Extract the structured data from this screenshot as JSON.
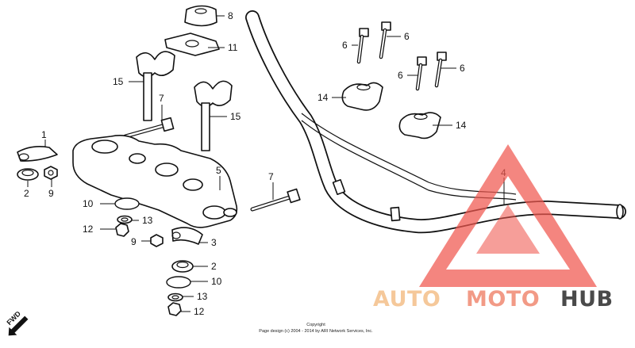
{
  "callouts": {
    "c1": "1",
    "c2a": "2",
    "c2b": "2",
    "c3": "3",
    "c4": "4",
    "c5": "5",
    "c6a": "6",
    "c6b": "6",
    "c6c": "6",
    "c6d": "6",
    "c7a": "7",
    "c7b": "7",
    "c8": "8",
    "c9a": "9",
    "c9b": "9",
    "c10a": "10",
    "c10b": "10",
    "c11": "11",
    "c12a": "12",
    "c12b": "12",
    "c13a": "13",
    "c13b": "13",
    "c14a": "14",
    "c14b": "14",
    "c15a": "15",
    "c15b": "15"
  },
  "fwd_label": "FWD",
  "copyright": {
    "line1": "Copyright",
    "line2": "Page design (c) 2004 - 2014 by ARI Network Services, Inc."
  },
  "watermark": {
    "word1": "AUTO",
    "word2": "MOTO",
    "word3": "HUB",
    "colors": {
      "auto": "#f5c89a",
      "moto": "#f29a86",
      "hub": "#4a4a4a",
      "triangle": "#f0574f"
    }
  }
}
